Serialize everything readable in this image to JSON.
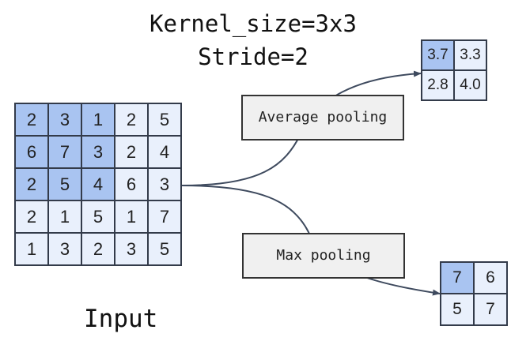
{
  "title_line1": "Kernel_size=3x3",
  "title_line2": "Stride=2",
  "input_label": "Input",
  "input_matrix": [
    [
      2,
      3,
      1,
      2,
      5
    ],
    [
      6,
      7,
      3,
      2,
      4
    ],
    [
      2,
      5,
      4,
      6,
      3
    ],
    [
      2,
      1,
      5,
      1,
      7
    ],
    [
      1,
      3,
      2,
      3,
      5
    ]
  ],
  "average_pooling": {
    "label": "Average pooling",
    "output": [
      [
        "3.7",
        "3.3"
      ],
      [
        "2.8",
        "4.0"
      ]
    ]
  },
  "max_pooling": {
    "label": "Max pooling",
    "output": [
      [
        "7",
        "6"
      ],
      [
        "5",
        "7"
      ]
    ]
  },
  "colors": {
    "highlight": "#a9c4f1",
    "cell": "#e9f0fc",
    "border": "#333b4a",
    "arrow": "#3e4a5e"
  }
}
